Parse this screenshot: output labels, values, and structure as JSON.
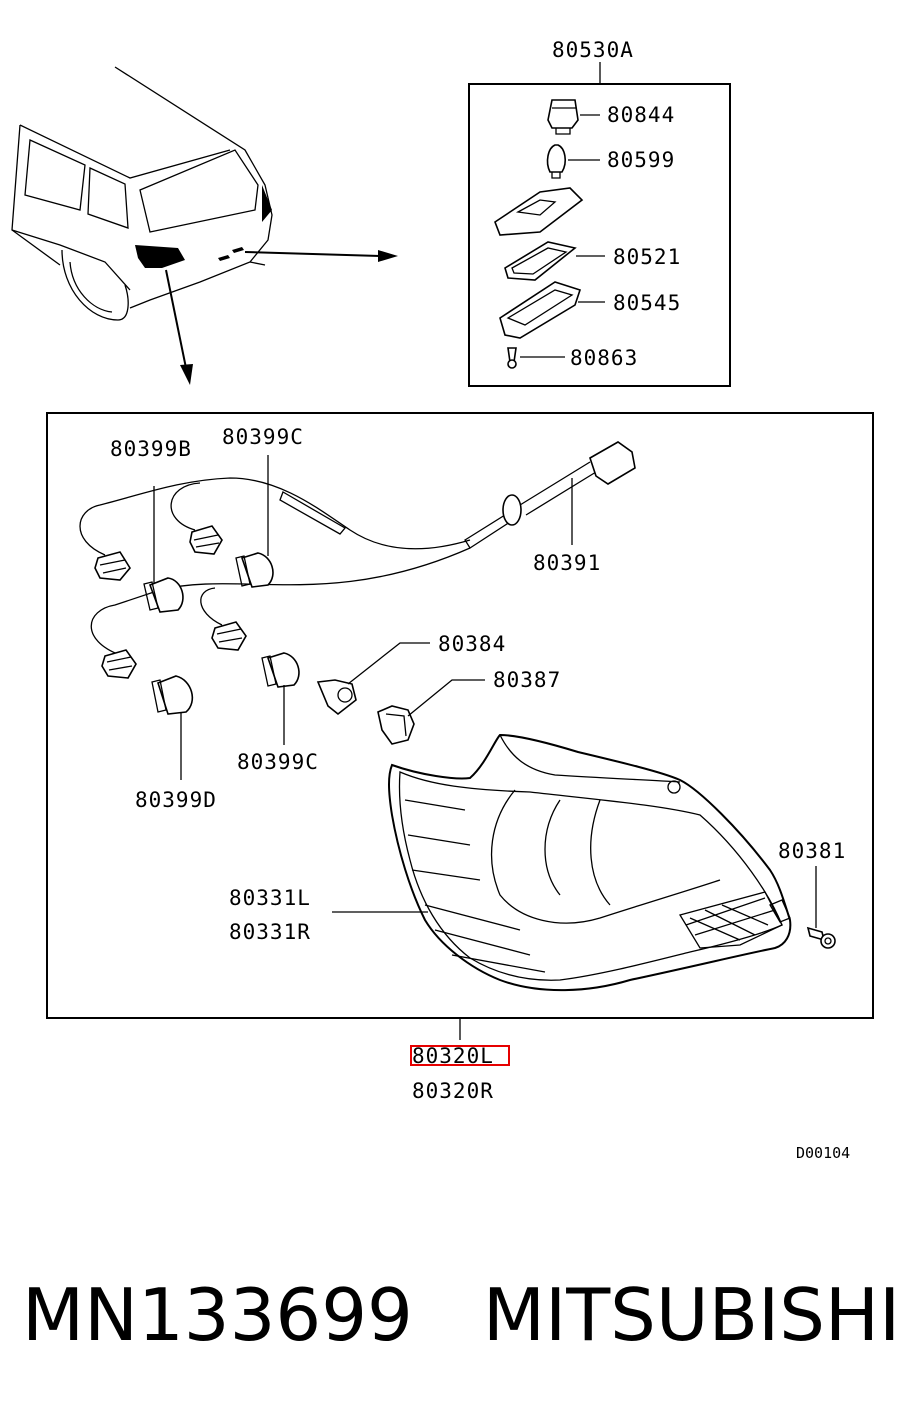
{
  "diagram": {
    "labels": {
      "assembly_box": "80530A",
      "socket_top": "80844",
      "bulb_small": "80599",
      "gasket": "80521",
      "lens_housing": "80545",
      "screw_small": "80863",
      "socket_b": "80399B",
      "socket_c_top": "80399C",
      "harness": "80391",
      "grommet_a": "80384",
      "grommet_b": "80387",
      "socket_c_bottom": "80399C",
      "socket_d": "80399D",
      "screw_lamp": "80381",
      "lens_left": "80331L",
      "lens_right": "80331R",
      "lamp_left": "80320L",
      "lamp_right": "80320R",
      "diagram_code": "D00104"
    },
    "highlight_color": "#e60000"
  },
  "caption": {
    "part_number": "MN133699",
    "brand": "MITSUBISHI"
  }
}
